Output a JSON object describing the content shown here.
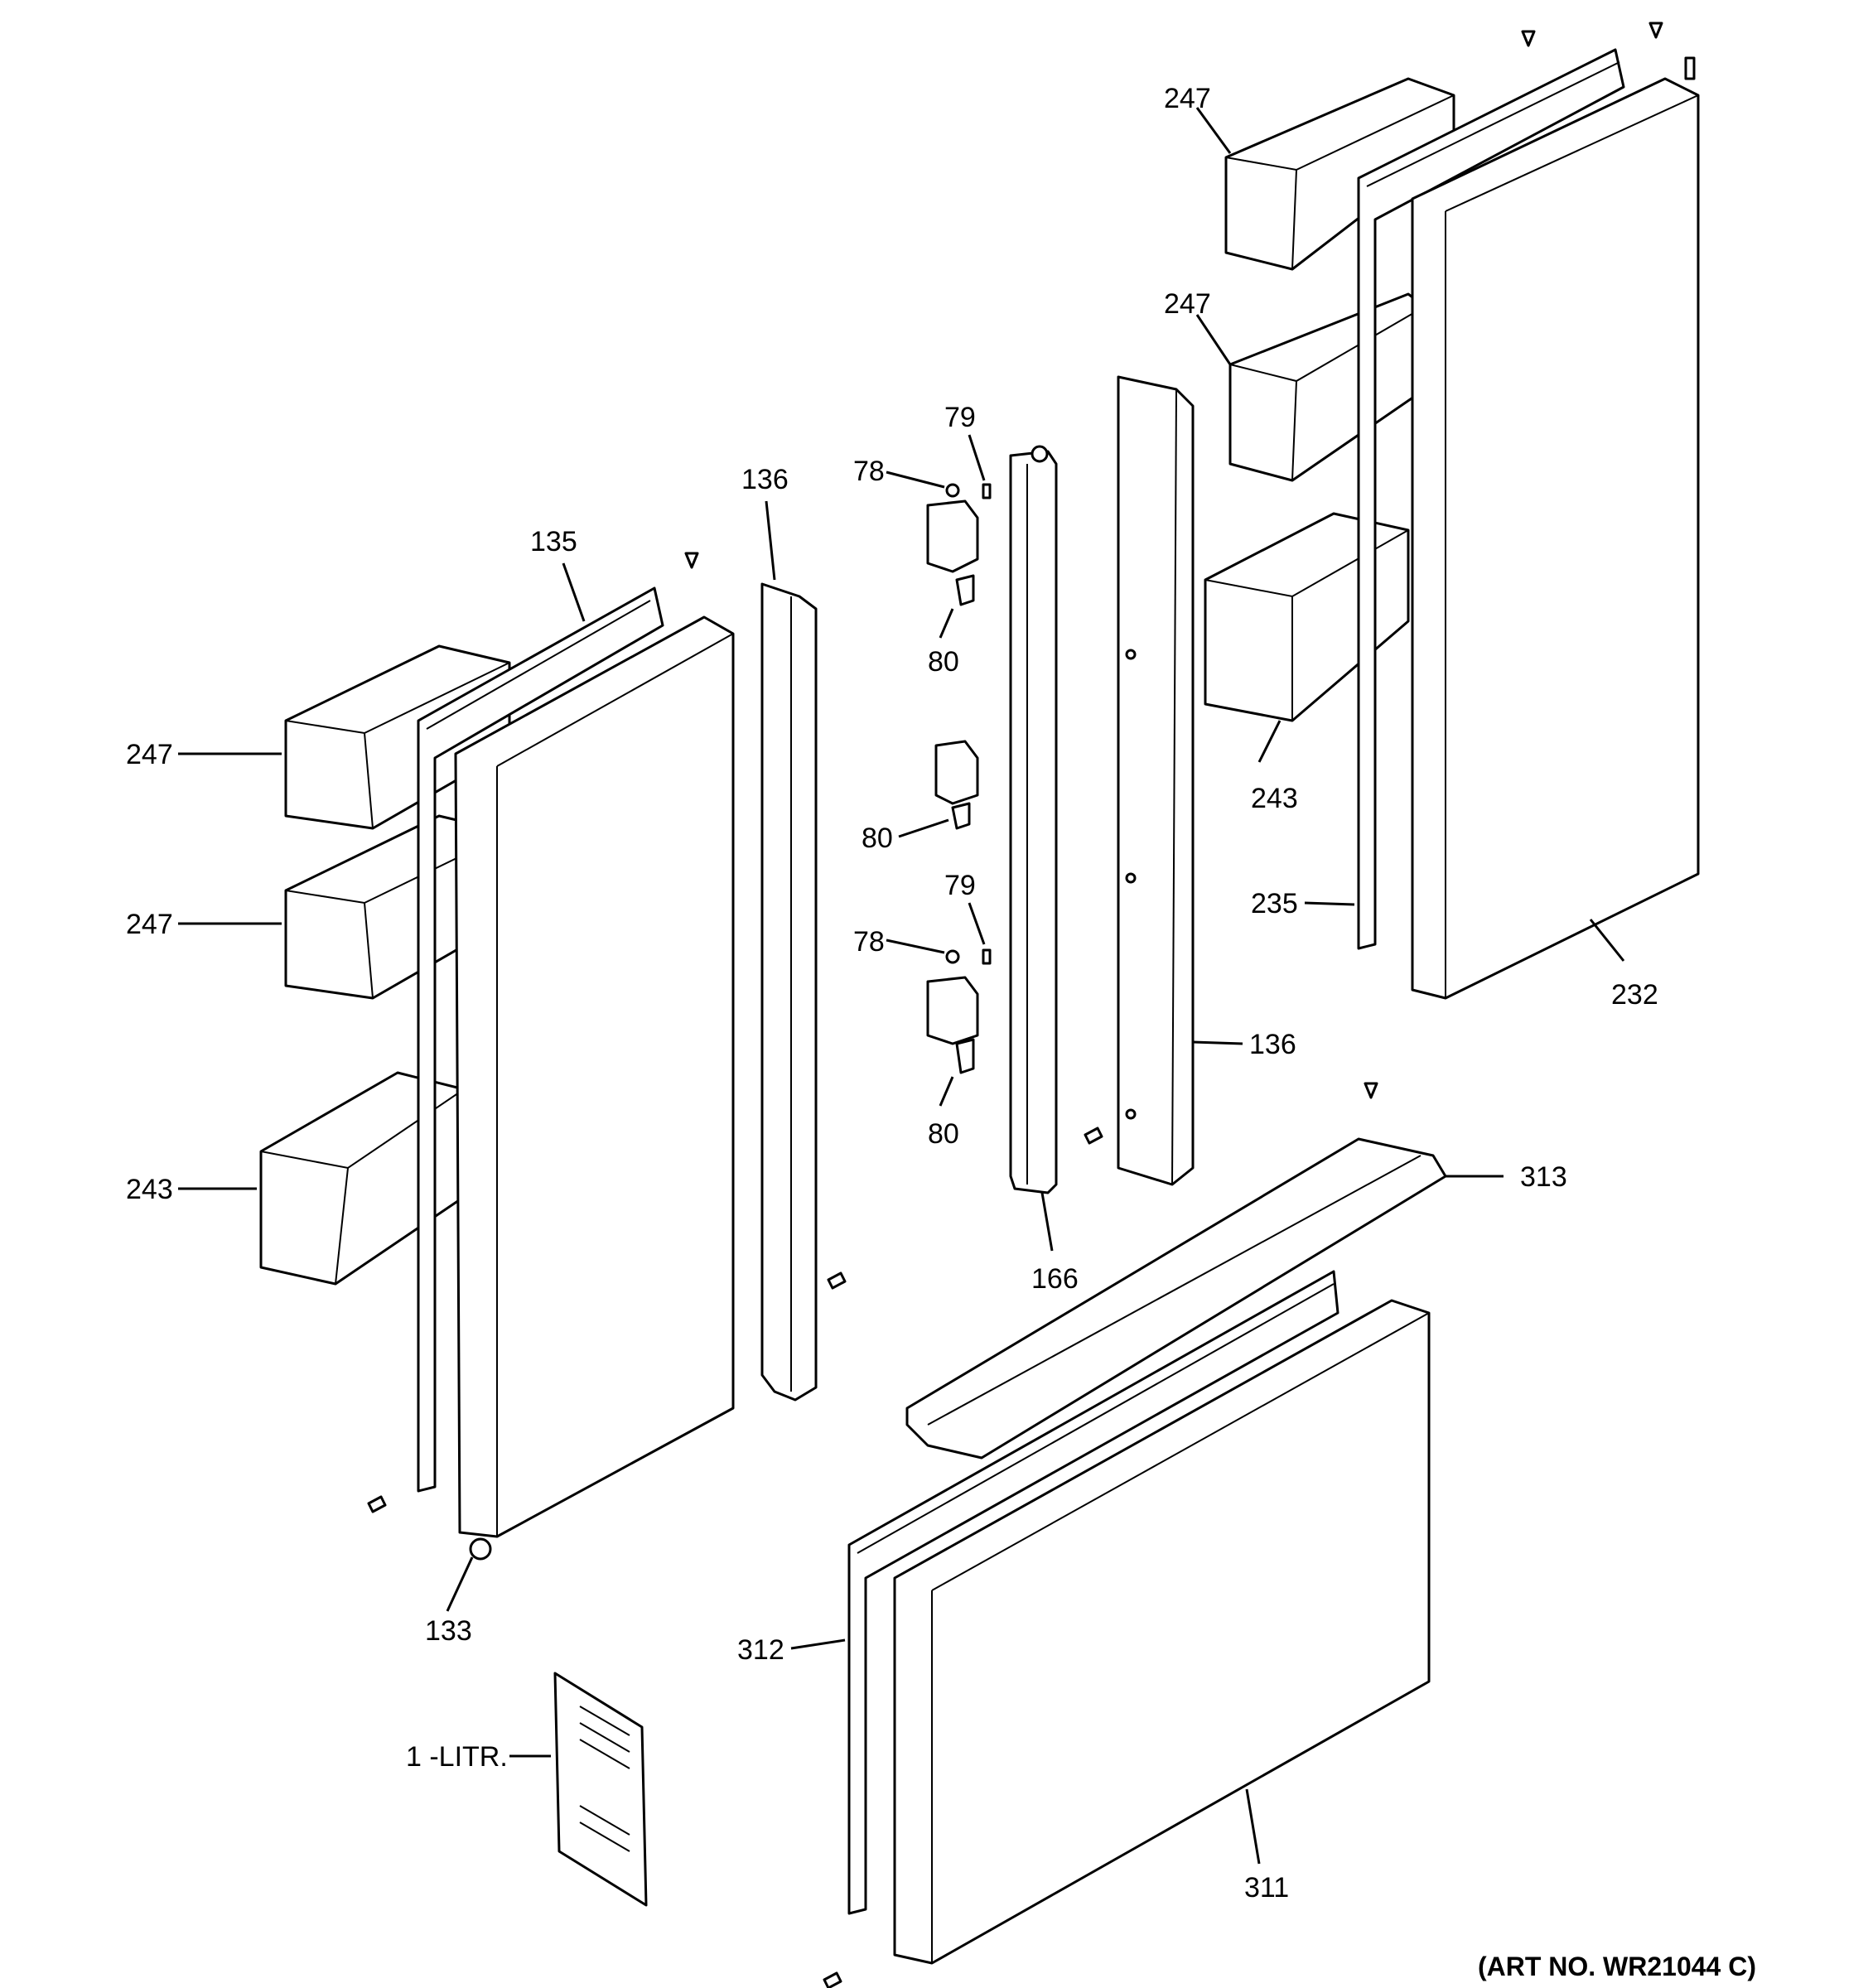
{
  "diagram": {
    "callouts": {
      "c247_left_top": "247",
      "c247_left_mid": "247",
      "c243_left": "243",
      "c135": "135",
      "c136_left": "136",
      "c133": "133",
      "c78_top": "78",
      "c79_top": "79",
      "c80_top": "80",
      "c80_mid": "80",
      "c78_bot": "78",
      "c79_bot": "79",
      "c80_bot": "80",
      "c166": "166",
      "c136_right": "136",
      "c247_right_top": "247",
      "c247_right_mid": "247",
      "c243_right": "243",
      "c235": "235",
      "c232": "232",
      "c313": "313",
      "c312": "312",
      "c311": "311",
      "c1_litr": "1 -LITR."
    },
    "art_number": "(ART NO. WR21044 C)"
  }
}
